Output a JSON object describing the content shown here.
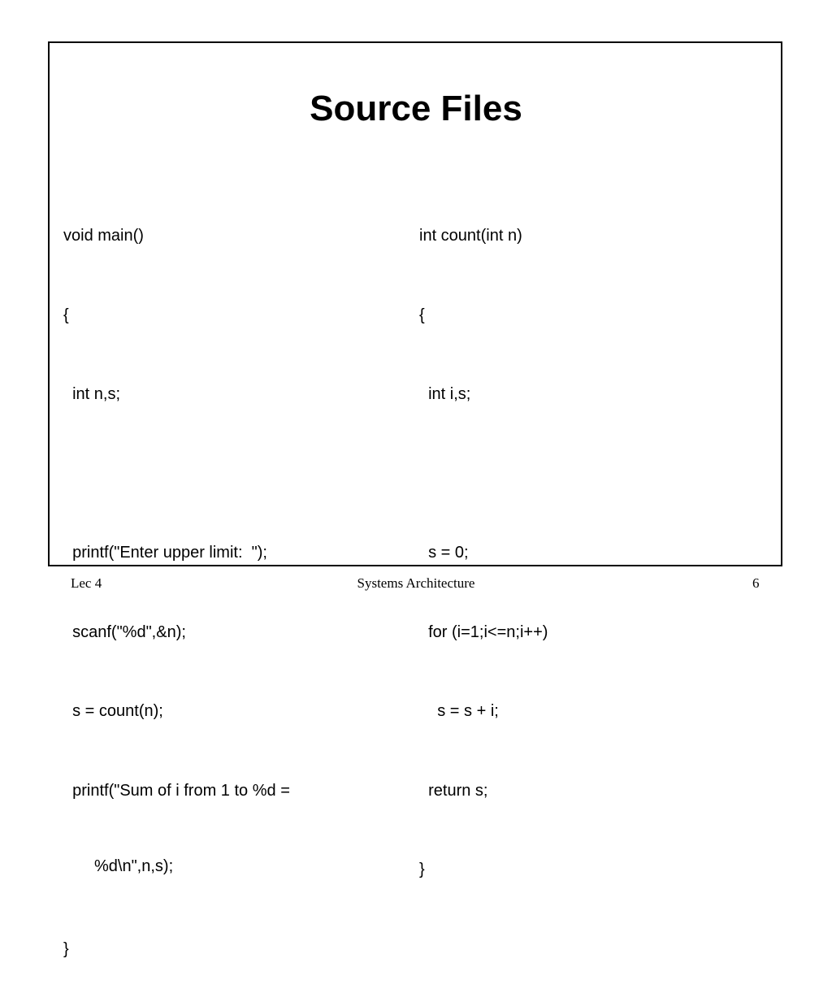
{
  "slide": {
    "title": "Source Files"
  },
  "left_code": {
    "lines": [
      "void main()",
      "{",
      "  int n,s;",
      "",
      "  printf(\"Enter upper limit:  \");",
      "  scanf(\"%d\",&n);",
      "  s = count(n);",
      "  printf(\"Sum of i from 1 to %d = ",
      "%d\\n\",n,s);",
      "}"
    ]
  },
  "right_code": {
    "lines": [
      "int count(int n)",
      "{",
      "  int i,s;",
      "",
      "  s = 0;",
      "  for (i=1;i<=n;i++)",
      "    s = s + i;",
      "  return s;",
      "}"
    ]
  },
  "footer": {
    "left": "Lec 4",
    "center": "Systems Architecture",
    "right": "6"
  }
}
